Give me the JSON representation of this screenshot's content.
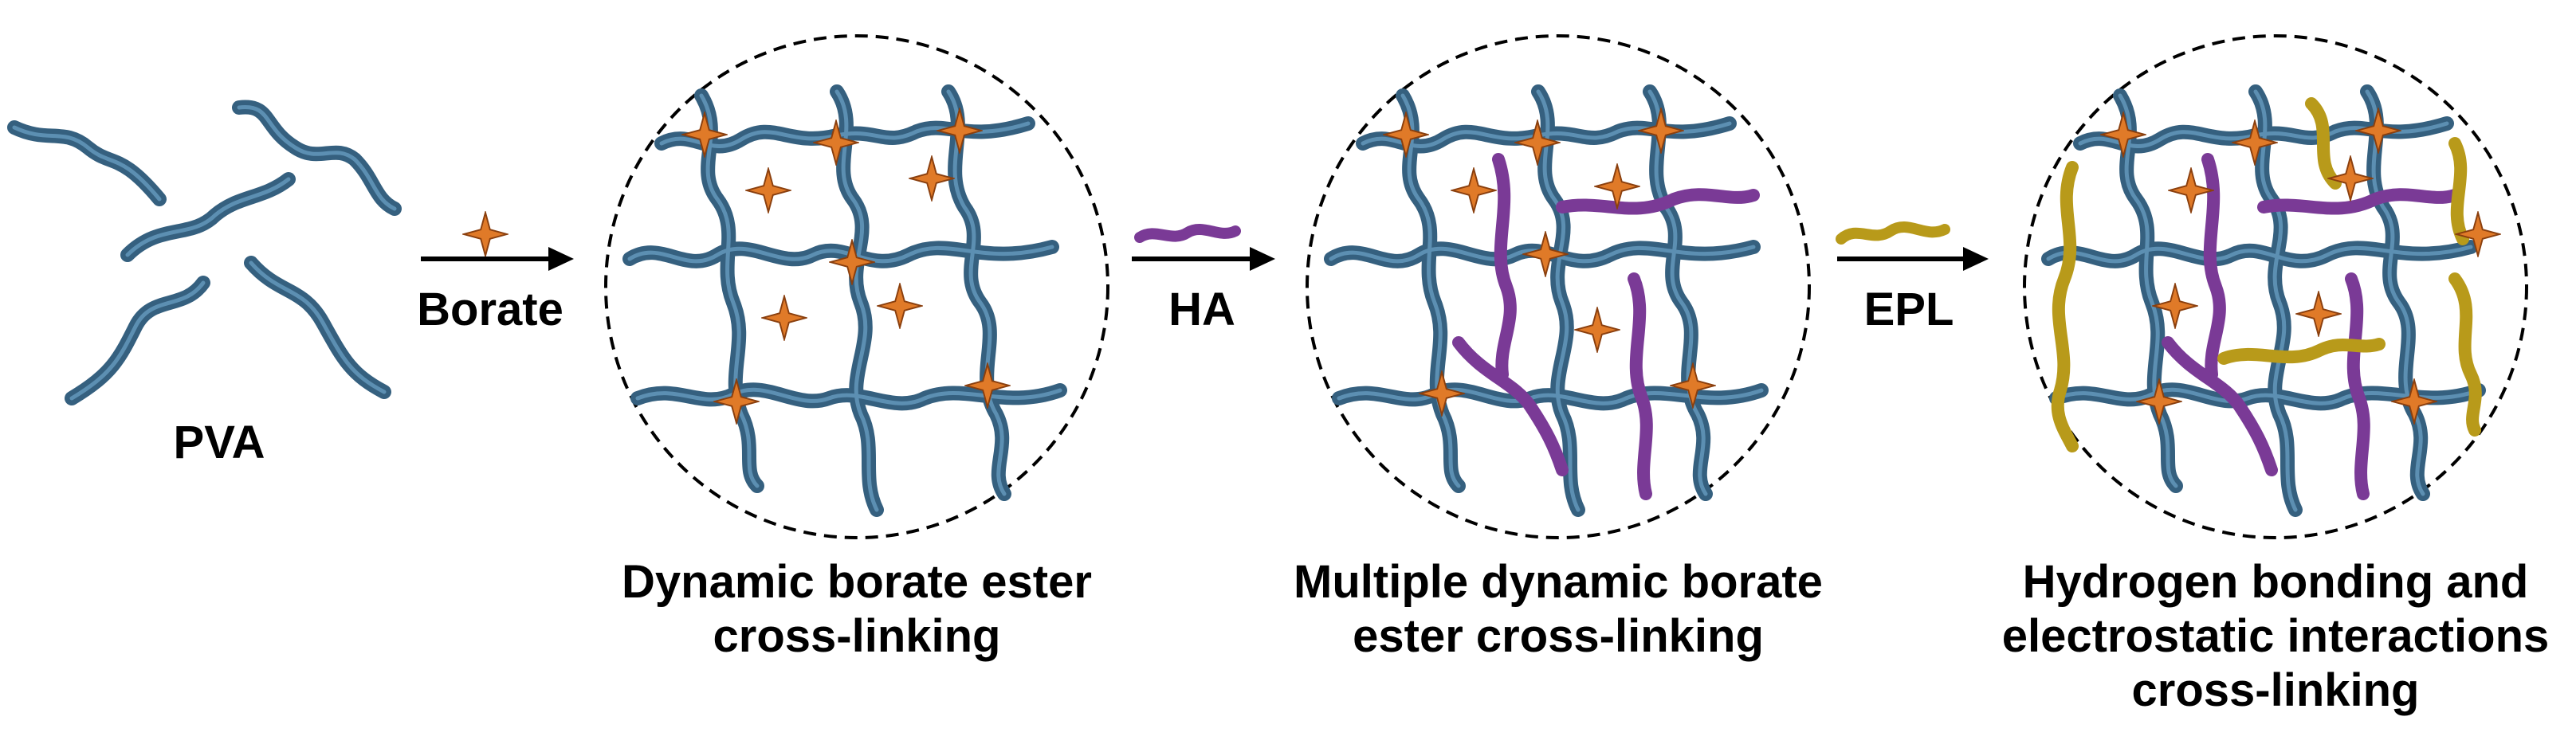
{
  "colors": {
    "pva": "#35607f",
    "pva_highlight": "#5c8fb2",
    "ha": "#7a3a96",
    "epl": "#b89a1a",
    "borate": "#e07a28",
    "arrow": "#000000",
    "circle": "#000000"
  },
  "labels": {
    "pva": "PVA",
    "borate": "Borate",
    "ha": "HA",
    "epl": "EPL"
  },
  "captions": {
    "stage1": [
      "Dynamic borate ester",
      "cross-linking"
    ],
    "stage2": [
      "Multiple dynamic borate",
      "ester cross-linking"
    ],
    "stage3": [
      "Hydrogen bonding and",
      "electrostatic interactions",
      "cross-linking"
    ]
  },
  "icons": [
    "pva-chain-icon",
    "borate-star-icon",
    "ha-chain-icon",
    "epl-chain-icon",
    "arrow-icon",
    "dashed-circle-icon"
  ]
}
